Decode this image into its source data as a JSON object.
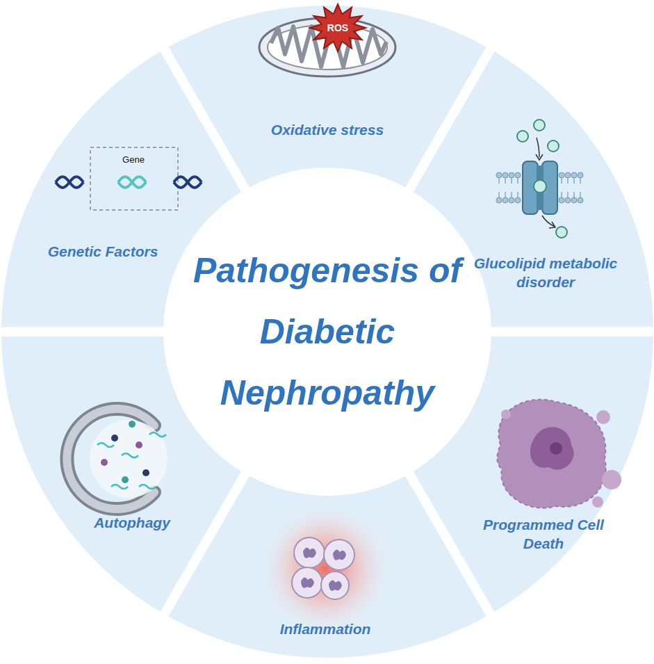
{
  "diagram": {
    "title": "Pathogenesis of Diabetic Nephropathy",
    "nodes": [
      {
        "text": [
          "Oxidative stress"
        ]
      },
      {
        "text": [
          "Glucolipid metabolic disorder"
        ]
      },
      {
        "text": [
          "Programmed Cell Death"
        ]
      },
      {
        "text": [
          "Inflammation"
        ]
      },
      {
        "text": [
          "Autophagy"
        ]
      },
      {
        "text": [
          "Genetic Factors"
        ]
      }
    ],
    "labels": [
      "ROS",
      "Gene"
    ]
  }
}
